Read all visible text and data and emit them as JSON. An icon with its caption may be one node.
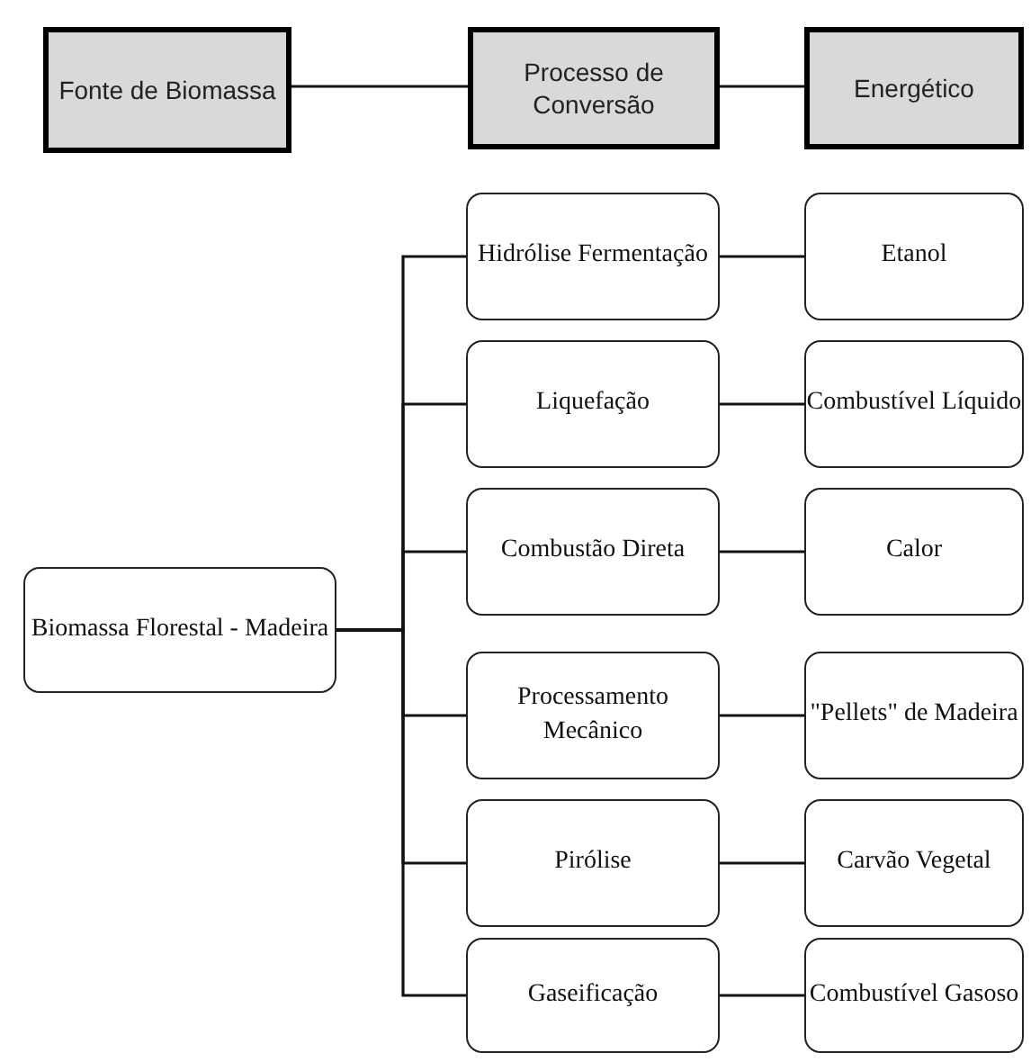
{
  "diagram": {
    "nodes": [
      {
        "text": [
          "Fonte de Biomassa"
        ]
      },
      {
        "text": [
          "Processo de Conversão"
        ]
      },
      {
        "text": [
          "Energético"
        ]
      },
      {
        "text": [
          "Hidrólise Fermentação"
        ]
      },
      {
        "text": [
          "Etanol"
        ]
      },
      {
        "text": [
          "Liquefação"
        ]
      },
      {
        "text": [
          "Combustível Líquido"
        ]
      },
      {
        "text": [
          "Combustão Direta"
        ]
      },
      {
        "text": [
          "Calor"
        ]
      },
      {
        "text": [
          "Biomassa Florestal - Madeira"
        ]
      },
      {
        "text": [
          "Processamento Mecânico"
        ]
      },
      {
        "text": [
          "\"Pellets\" de Madeira"
        ]
      },
      {
        "text": [
          "Pirólise"
        ]
      },
      {
        "text": [
          "Carvão Vegetal"
        ]
      },
      {
        "text": [
          "Gaseificação"
        ]
      },
      {
        "text": [
          "Combustível Gasoso"
        ]
      }
    ],
    "edges": [
      {
        "from": 0,
        "to": 1,
        "arrow": "none"
      },
      {
        "from": 1,
        "to": 2,
        "arrow": "none"
      },
      {
        "from": 9,
        "to": 3,
        "arrow": "none"
      },
      {
        "from": 9,
        "to": 5,
        "arrow": "none"
      },
      {
        "from": 9,
        "to": 7,
        "arrow": "none"
      },
      {
        "from": 9,
        "to": 10,
        "arrow": "none"
      },
      {
        "from": 9,
        "to": 12,
        "arrow": "none"
      },
      {
        "from": 9,
        "to": 14,
        "arrow": "none"
      },
      {
        "from": 3,
        "to": 4,
        "arrow": "none"
      },
      {
        "from": 5,
        "to": 6,
        "arrow": "none"
      },
      {
        "from": 7,
        "to": 8,
        "arrow": "none"
      },
      {
        "from": 10,
        "to": 11,
        "arrow": "none"
      },
      {
        "from": 12,
        "to": 13,
        "arrow": "none"
      },
      {
        "from": 14,
        "to": 15,
        "arrow": "none"
      }
    ]
  }
}
